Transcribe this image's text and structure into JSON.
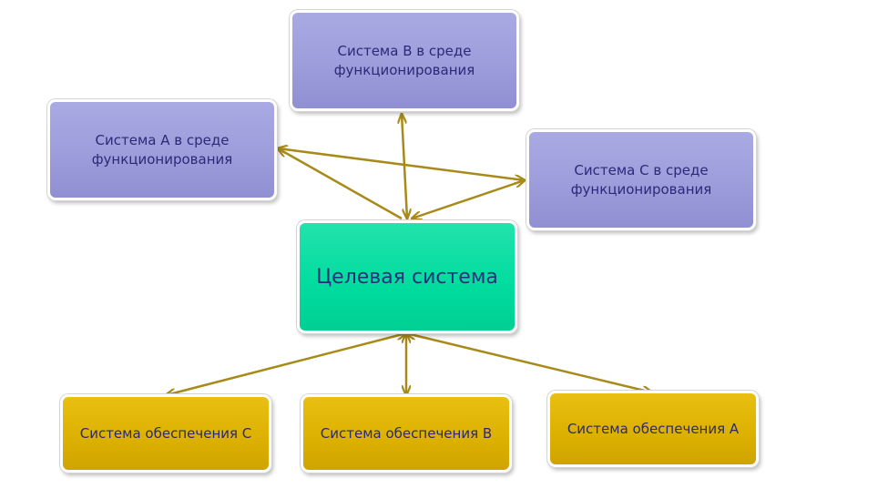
{
  "nodes": {
    "system_b": "Система В в среде функционирования",
    "system_a": "Система А в среде функционирования",
    "system_c": "Система С в среде функционирования",
    "target": "Целевая система",
    "support_c": "Система обеспечения С",
    "support_b": "Система обеспечения В",
    "support_a": "Система обеспечения А"
  },
  "colors": {
    "environment_box": "#9d9ddc",
    "target_box": "#00dc9e",
    "support_box": "#dcb000",
    "connector": "#a88a1a",
    "text": "#2a2a78"
  }
}
